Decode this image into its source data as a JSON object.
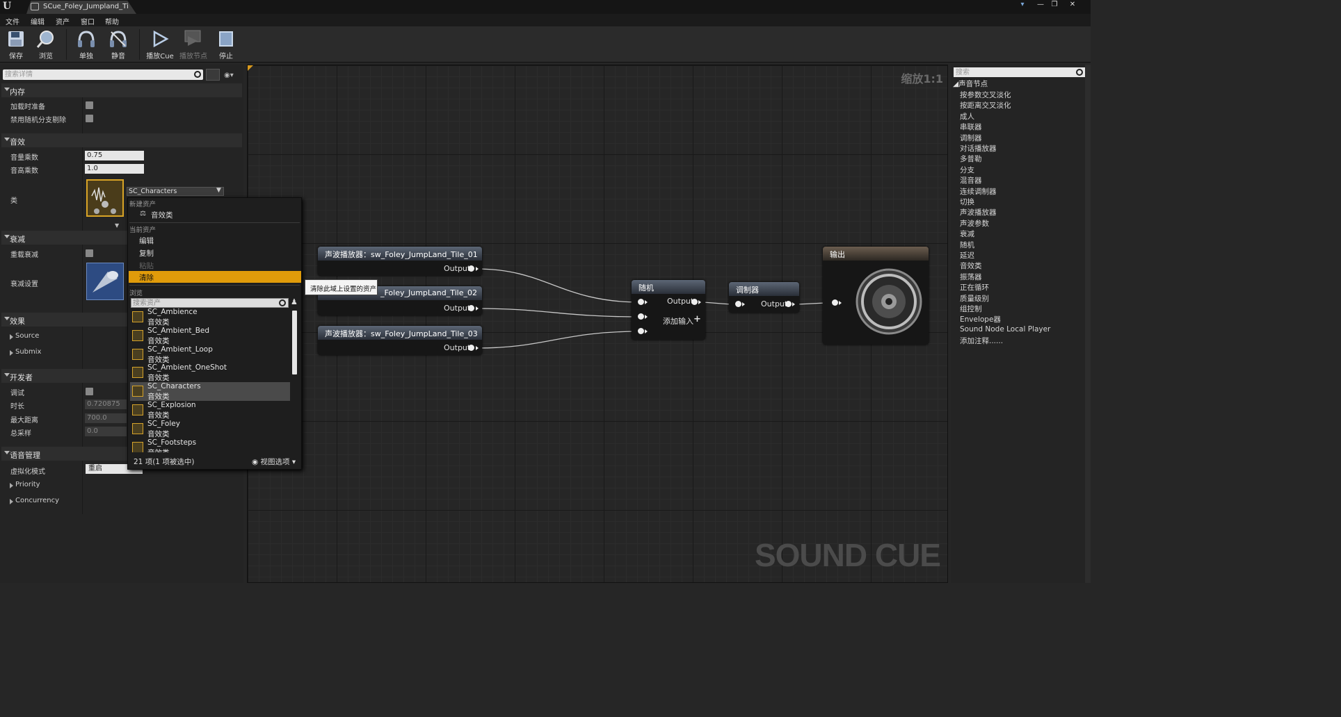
{
  "window": {
    "tab_title": "SCue_Foley_Jumpland_Ti",
    "buttons": [
      "▾",
      "—",
      "❐",
      "✕"
    ]
  },
  "menu": [
    "文件",
    "编辑",
    "资产",
    "窗口",
    "帮助"
  ],
  "toolbar": {
    "save": "保存",
    "browse": "浏览",
    "solo": "单独",
    "mute": "静音",
    "play_cue": "播放Cue",
    "play_node": "播放节点",
    "stop": "停止"
  },
  "details": {
    "search_placeholder": "搜索详情",
    "memory": {
      "title": "内存",
      "props": [
        "加载时准备",
        "禁用随机分支剔除"
      ]
    },
    "sound": {
      "title": "音效",
      "volume_label": "音量乘数",
      "volume_value": "0.75",
      "pitch_label": "音高乘数",
      "pitch_value": "1.0",
      "class_label": "类",
      "class_value": "SC_Characters"
    },
    "attenuation": {
      "title": "衰减",
      "override_label": "重载衰减",
      "settings_label": "衰减设置"
    },
    "effects": {
      "title": "效果",
      "items": [
        "Source",
        "Submix"
      ]
    },
    "developer": {
      "title": "开发者",
      "debug_label": "调试",
      "duration_label": "时长",
      "duration_value": "0.720875",
      "max_distance_label": "最大距离",
      "max_distance_value": "700.0",
      "total_samples_label": "总采样",
      "total_samples_value": "0.0"
    },
    "voice": {
      "title": "语音管理",
      "virtualization_label": "虚拟化模式",
      "virtualization_value": "重启",
      "items": [
        "Priority",
        "Concurrency"
      ]
    }
  },
  "dropdown": {
    "new_asset_section": "新建资产",
    "new_sound_class": "音效类",
    "current_asset_section": "当前资产",
    "edit": "编辑",
    "copy": "复制",
    "paste": "粘贴",
    "clear": "清除",
    "browse_section": "浏览",
    "search_placeholder": "搜索资产",
    "assets": [
      {
        "name": "SC_Ambience",
        "type": "音效类"
      },
      {
        "name": "SC_Ambient_Bed",
        "type": "音效类"
      },
      {
        "name": "SC_Ambient_Loop",
        "type": "音效类"
      },
      {
        "name": "SC_Ambient_OneShot",
        "type": "音效类"
      },
      {
        "name": "SC_Characters",
        "type": "音效类"
      },
      {
        "name": "SC_Explosion",
        "type": "音效类"
      },
      {
        "name": "SC_Foley",
        "type": "音效类"
      },
      {
        "name": "SC_Footsteps",
        "type": "音效类"
      }
    ],
    "selected_asset": "SC_Characters",
    "footer_count": "21 项(1 项被选中)",
    "view_options": "视图选项"
  },
  "tooltip": "清除此域上设置的资产",
  "graph": {
    "zoom": "缩放1:1",
    "watermark": "SOUND CUE",
    "nodes": {
      "wave1_title": "声波播放器：sw_Foley_JumpLand_Tile_01",
      "wave2_title": "_Foley_JumpLand_Tile_02",
      "wave3_title": "声波播放器：sw_Foley_JumpLand_Tile_03",
      "random_title": "随机",
      "modulator_title": "调制器",
      "output_title": "输出",
      "output_pin": "Output",
      "add_input": "添加输入"
    }
  },
  "palette": {
    "search_placeholder": "搜索",
    "category": "声音节点",
    "items": [
      "按参数交叉淡化",
      "按距离交叉淡化",
      "成人",
      "串联器",
      "调制器",
      "对话播放器",
      "多普勒",
      "分支",
      "混音器",
      "连续调制器",
      "切换",
      "声波播放器",
      "声波参数",
      "衰减",
      "随机",
      "延迟",
      "音效类",
      "振荡器",
      "正在循环",
      "质量级别",
      "组控制",
      "Envelope器",
      "Sound Node Local Player",
      "添加注释......"
    ]
  }
}
